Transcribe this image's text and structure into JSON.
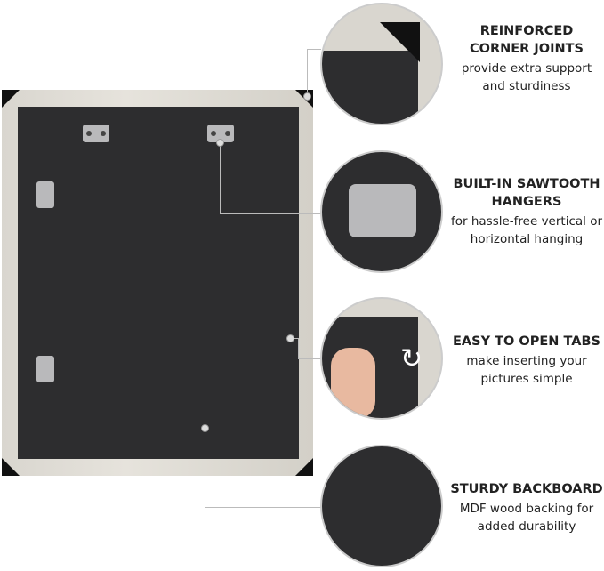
{
  "features": [
    {
      "title": "REINFORCED CORNER JOINTS",
      "desc": "provide extra support and sturdiness"
    },
    {
      "title": "BUILT-IN SAWTOOTH HANGERS",
      "desc": "for hassle-free vertical or horizontal hanging"
    },
    {
      "title": "EASY TO OPEN TABS",
      "desc": "make inserting your pictures simple"
    },
    {
      "title": "STURDY BACKBOARD",
      "desc": "MDF wood backing for added durability"
    }
  ]
}
